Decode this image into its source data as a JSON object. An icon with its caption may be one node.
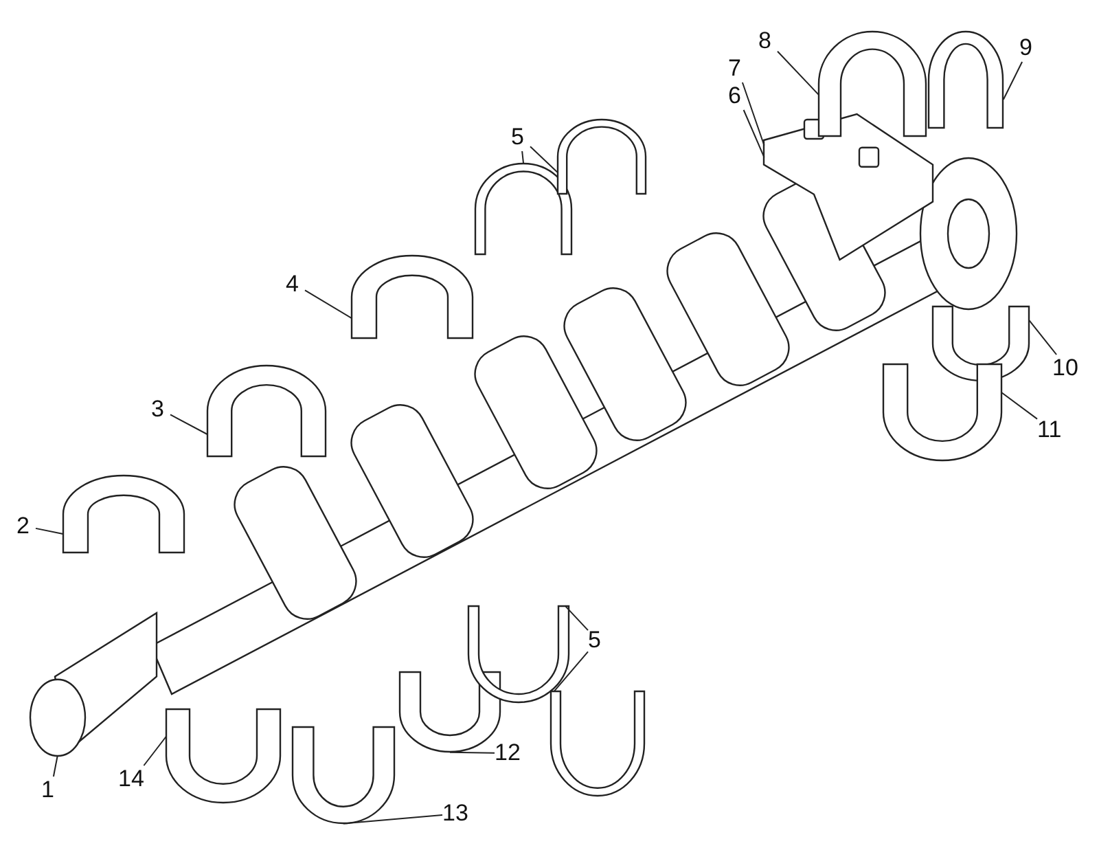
{
  "diagram": {
    "nodes": [
      {
        "text": [
          "1"
        ]
      },
      {
        "text": [
          "2"
        ]
      },
      {
        "text": [
          "3"
        ]
      },
      {
        "text": [
          "4"
        ]
      },
      {
        "text": [
          "5"
        ]
      },
      {
        "text": [
          "7"
        ]
      },
      {
        "text": [
          "6"
        ]
      },
      {
        "text": [
          "8"
        ]
      },
      {
        "text": [
          "9"
        ]
      },
      {
        "text": [
          "10"
        ]
      },
      {
        "text": [
          "11"
        ]
      },
      {
        "text": [
          "12"
        ]
      },
      {
        "text": [
          "13"
        ]
      },
      {
        "text": [
          "14"
        ]
      },
      {
        "text": [
          "5"
        ]
      },
      {
        "text": [],
        "shape": "picture"
      },
      {
        "text": [],
        "shape": "picture"
      },
      {
        "text": [],
        "shape": "picture"
      },
      {
        "text": [],
        "shape": "picture"
      },
      {
        "text": [],
        "shape": "picture"
      },
      {
        "text": [],
        "shape": "picture"
      },
      {
        "text": [],
        "shape": "picture"
      },
      {
        "text": [],
        "shape": "picture"
      },
      {
        "text": [],
        "shape": "picture"
      },
      {
        "text": [],
        "shape": "picture"
      },
      {
        "text": [],
        "shape": "picture"
      },
      {
        "text": [],
        "shape": "picture"
      },
      {
        "text": [],
        "shape": "picture"
      },
      {
        "text": [],
        "shape": "picture"
      },
      {
        "text": [],
        "shape": "picture"
      },
      {
        "text": [],
        "shape": "picture"
      }
    ],
    "edges": [
      {
        "from": 0,
        "to": 15,
        "arrow": "none"
      },
      {
        "from": 1,
        "to": 16,
        "arrow": "none"
      },
      {
        "from": 2,
        "to": 17,
        "arrow": "none"
      },
      {
        "from": 3,
        "to": 18,
        "arrow": "none"
      },
      {
        "from": 4,
        "to": 19,
        "arrow": "none"
      },
      {
        "from": 4,
        "to": 20,
        "arrow": "none"
      },
      {
        "from": 5,
        "to": 21,
        "arrow": "none"
      },
      {
        "from": 6,
        "to": 21,
        "arrow": "none"
      },
      {
        "from": 7,
        "to": 22,
        "arrow": "none"
      },
      {
        "from": 8,
        "to": 23,
        "arrow": "none"
      },
      {
        "from": 9,
        "to": 24,
        "arrow": "none"
      },
      {
        "from": 10,
        "to": 25,
        "arrow": "none"
      },
      {
        "from": 11,
        "to": 26,
        "arrow": "none"
      },
      {
        "from": 12,
        "to": 27,
        "arrow": "none"
      },
      {
        "from": 13,
        "to": 28,
        "arrow": "none"
      },
      {
        "from": 14,
        "to": 29,
        "arrow": "none"
      },
      {
        "from": 14,
        "to": 30,
        "arrow": "none"
      }
    ]
  }
}
